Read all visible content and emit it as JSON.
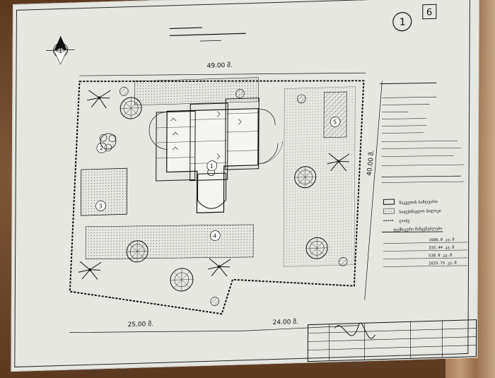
{
  "document": {
    "page_number": "6",
    "circled_sheet_number": "1",
    "dimensions": {
      "top": "49.00 მ.",
      "right": "40.00 მ.",
      "bottom_left": "25.00 მ.",
      "bottom_right": "24.00 მ."
    },
    "zone_labels": [
      "1",
      "2",
      "3",
      "4",
      "5"
    ],
    "legend_labels": [
      "ნაკვეთის საზღვარი",
      "საფეხმავლო ბილიკი",
      "ღობე"
    ],
    "coverage_title": "ტექნიკური მაჩვენებლები",
    "coverage_rows": [
      {
        "value": "1600.0 კვ.მ"
      },
      {
        "value": "335.44 კვ.მ"
      },
      {
        "value": "538.0 კვ.მ"
      },
      {
        "value": "1033.75 კვ.მ"
      }
    ]
  },
  "colors": {
    "paper": "#e7e7e2",
    "ink": "#111111",
    "shadow": "#c8c8c2"
  },
  "icons": {
    "north_arrow": "north-arrow-icon",
    "tree": "tree-icon",
    "palm": "palm-icon",
    "shrub": "shrub-icon"
  }
}
